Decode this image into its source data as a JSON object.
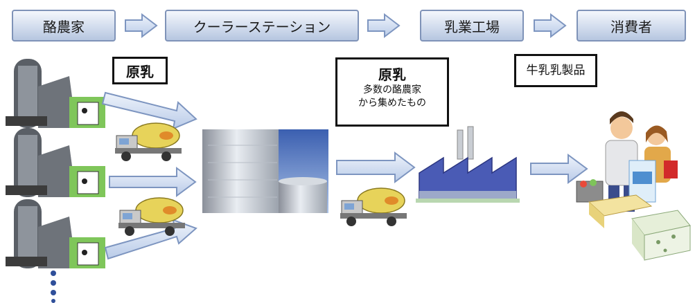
{
  "header": {
    "stage1": "酪農家",
    "stage2": "クーラーステーション",
    "stage3": "乳業工場",
    "stage4": "消費者"
  },
  "labels": {
    "raw_milk_1": "原乳",
    "raw_milk_2": "原乳",
    "raw_milk_2_note_1": "多数の酪農家",
    "raw_milk_2_note_2": "から集めたもの",
    "products": "牛乳乳製品"
  },
  "colors": {
    "header_fill": "#cfdaec",
    "header_border": "#7f93b8",
    "arrow_fill": "#c8d6ee",
    "arrow_border": "#7d95c0",
    "tank_truck": "#e7d35a",
    "factory_roof": "#4a5bb5"
  }
}
